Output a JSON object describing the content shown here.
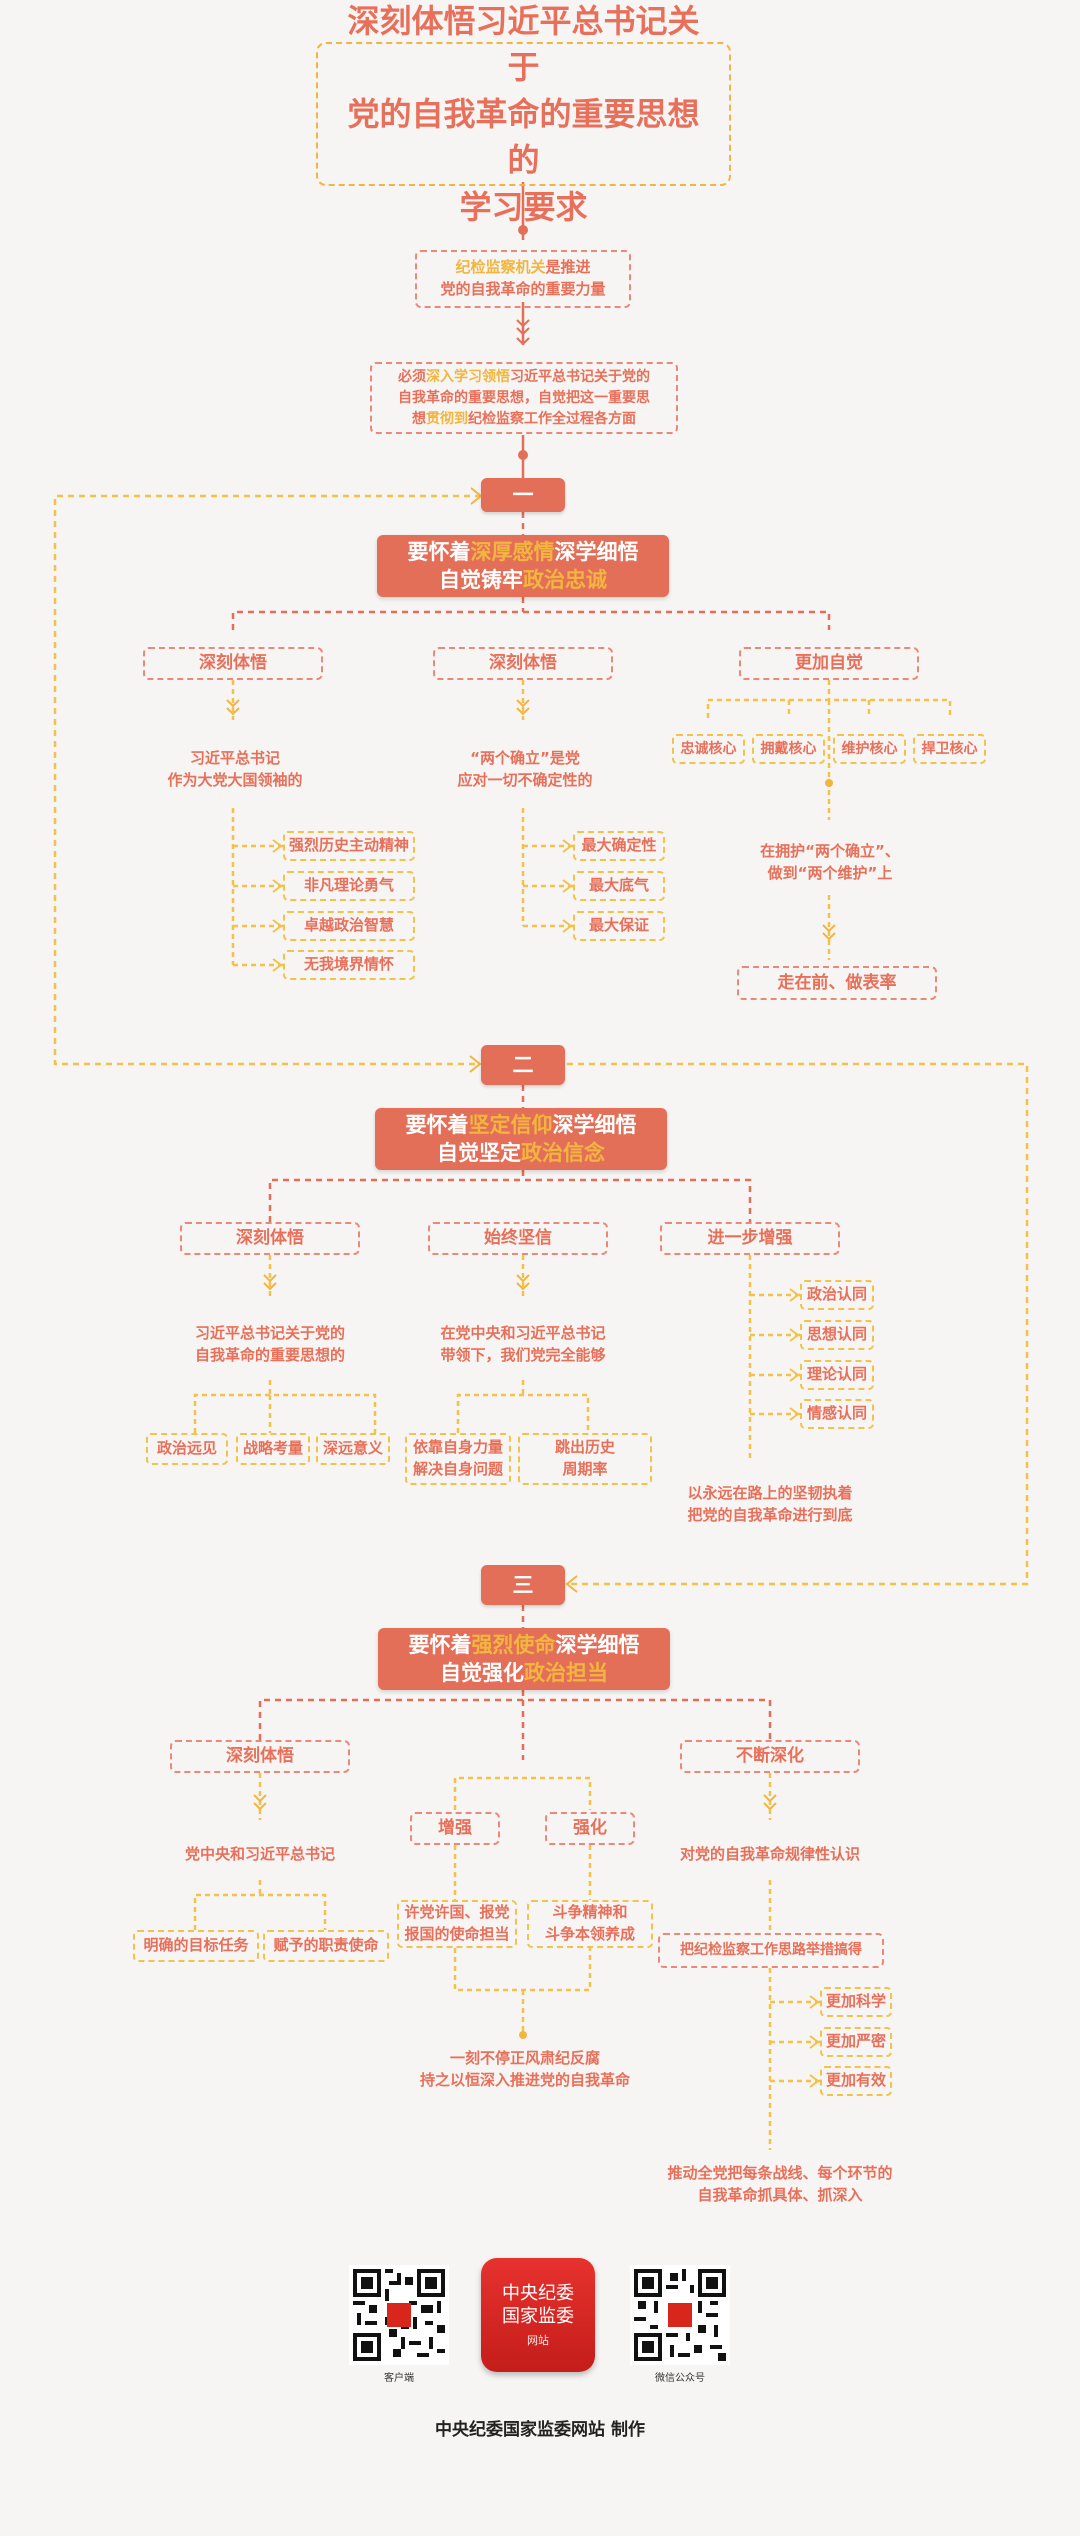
{
  "title": {
    "line1": "深刻体悟习近平总书记关于",
    "line2": "党的自我革命的重要思想的",
    "line3": "学习要求"
  },
  "intro1": {
    "hl": "纪检监察机关",
    "t1": "是推进",
    "t2": "党的自我革命的重要力量"
  },
  "intro2": {
    "t1": "必须",
    "hl1": "深入学习领悟",
    "t2": "习近平总书记关于党的",
    "t3": "自我革命的重要思想，自觉把这一重要思",
    "t4": "想",
    "hl2": "贯彻到",
    "t5": "纪检监察工作全过程各方面"
  },
  "s1": {
    "num": "一",
    "head": {
      "a": "要怀着",
      "hl1": "深厚感情",
      "b": "深学细悟",
      "c": "自觉铸牢",
      "hl2": "政治忠诚"
    },
    "col1": {
      "label": "深刻体悟",
      "text1": "习近平总书记",
      "text2": "作为大党大国领袖的",
      "items": [
        "强烈历史主动精神",
        "非凡理论勇气",
        "卓越政治智慧",
        "无我境界情怀"
      ]
    },
    "col2": {
      "label": "深刻体悟",
      "text1": "“两个确立”是党",
      "text2": "应对一切不确定性的",
      "items": [
        "最大确定性",
        "最大底气",
        "最大保证"
      ]
    },
    "col3": {
      "label": "更加自觉",
      "items": [
        "忠诚核心",
        "拥戴核心",
        "维护核心",
        "捍卫核心"
      ],
      "text1": "在拥护“两个确立”、",
      "text2": "做到“两个维护”上",
      "result": "走在前、做表率"
    }
  },
  "s2": {
    "num": "二",
    "head": {
      "a": "要怀着",
      "hl1": "坚定信仰",
      "b": "深学细悟",
      "c": "自觉坚定",
      "hl2": "政治信念"
    },
    "col1": {
      "label": "深刻体悟",
      "text1": "习近平总书记关于党的",
      "text2": "自我革命的重要思想的",
      "items": [
        "政治远见",
        "战略考量",
        "深远意义"
      ]
    },
    "col2": {
      "label": "始终坚信",
      "text1": "在党中央和习近平总书记",
      "text2": "带领下，我们党完全能够",
      "item1a": "依靠自身力量",
      "item1b": "解决自身问题",
      "item2a": "跳出历史",
      "item2b": "周期率"
    },
    "col3": {
      "label": "进一步增强",
      "items": [
        "政治认同",
        "思想认同",
        "理论认同",
        "情感认同"
      ],
      "text1": "以永远在路上的坚韧执着",
      "text2": "把党的自我革命进行到底"
    }
  },
  "s3": {
    "num": "三",
    "head": {
      "a": "要怀着",
      "hl1": "强烈使命",
      "b": "深学细悟",
      "c": "自觉强化",
      "hl2": "政治担当"
    },
    "col1": {
      "label": "深刻体悟",
      "text": "党中央和习近平总书记",
      "items": [
        "明确的目标任务",
        "赋予的职责使命"
      ]
    },
    "col2": {
      "sub1": "增强",
      "sub2": "强化",
      "item1a": "许党许国、报党",
      "item1b": "报国的使命担当",
      "item2a": "斗争精神和",
      "item2b": "斗争本领养成",
      "result1": "一刻不停正风肃纪反腐",
      "result2": "持之以恒深入推进党的自我革命"
    },
    "col3": {
      "label": "不断深化",
      "text": "对党的自我革命规律性认识",
      "box": "把纪检监察工作思路举措搞得",
      "items": [
        "更加科学",
        "更加严密",
        "更加有效"
      ],
      "result1": "推动全党把每条战线、每个环节的",
      "result2": "自我革命抓具体、抓深入"
    }
  },
  "footer": {
    "qr_left_label": "客户端",
    "qr_right_label": "微信公众号",
    "logo_line1": "中央纪委",
    "logo_line2": "国家监委",
    "logo_line3": "网站",
    "credit": "中央纪委国家监委网站 制作"
  },
  "colors": {
    "red": "#e36f58",
    "orange_text": "#e8705a",
    "yellow": "#f2b53f",
    "bg": "#f6f5f3"
  }
}
